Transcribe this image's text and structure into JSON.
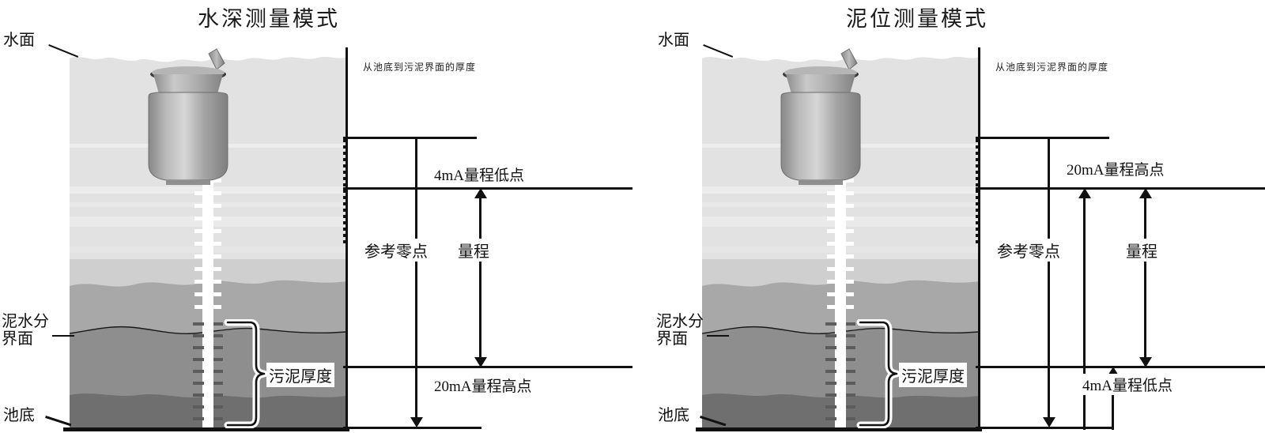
{
  "panels": [
    {
      "title": "水深测量模式",
      "note": "从池底到污泥界面的厚度",
      "labels": {
        "water_surface": "水面",
        "mud_interface_line1": "泥水分",
        "mud_interface_line2": "界面",
        "pool_bottom": "池底",
        "sludge_thickness": "污泥厚度"
      },
      "scale": {
        "low_point": "4mA量程低点",
        "high_point": "20mA量程高点",
        "reference_zero": "参考零点",
        "range": "量程"
      }
    },
    {
      "title": "泥位测量模式",
      "note": "从池底到污泥界面的厚度",
      "labels": {
        "water_surface": "水面",
        "mud_interface_line1": "泥水分",
        "mud_interface_line2": "界面",
        "pool_bottom": "池底",
        "sludge_thickness": "污泥厚度"
      },
      "scale": {
        "low_point": "4mA量程低点",
        "high_point": "20mA量程高点",
        "reference_zero": "参考零点",
        "range": "量程"
      }
    }
  ],
  "colors": {
    "water": "#e2e2e2",
    "water_band": "#ededed",
    "layer_light": "#cfcfcf",
    "layer_mid": "#a8a8a8",
    "layer_dark": "#969696",
    "sludge": "#8e8e8e",
    "bottom_sludge": "#6f6f6f",
    "line": "#111111",
    "sensor_body": "#9a9a9a",
    "sensor_highlight": "#d8d8d8",
    "tape": "#ffffff"
  }
}
